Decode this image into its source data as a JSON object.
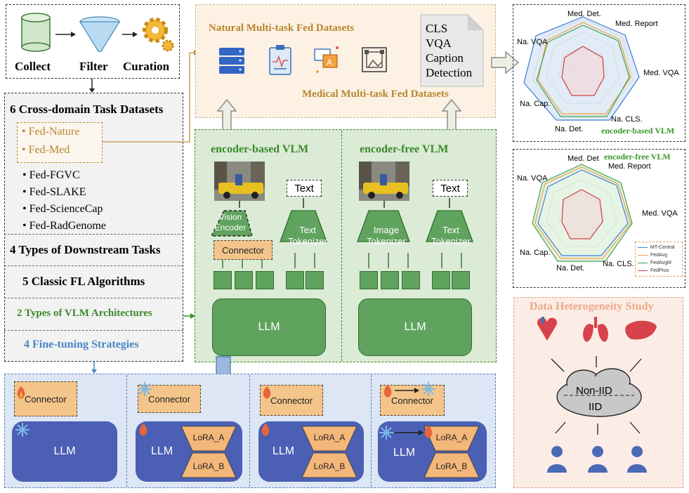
{
  "pipeline": {
    "collect": "Collect",
    "filter": "Filter",
    "curation": "Curation"
  },
  "left_panel": {
    "cross_domain_title": "6 Cross-domain Task Datasets",
    "highlight_items": [
      "Fed-Nature",
      "Fed-Med"
    ],
    "other_items": [
      "Fed-FGVC",
      "Fed-SLAKE",
      "Fed-ScienceCap",
      "Fed-RadGenome"
    ],
    "downstream": "4 Types of Downstream Tasks",
    "fl_algorithms": "5 Classic FL Algorithms",
    "vlm_arch": "2 Types of VLM Architectures",
    "finetune": "4 Fine-tuning Strategies"
  },
  "datasets_panel": {
    "natural_title": "Natural Multi-task Fed Datasets",
    "medical_title": "Medical Multi-task Fed Datasets",
    "tasks": [
      "CLS",
      "VQA",
      "Caption",
      "Detection"
    ]
  },
  "encoder_based": {
    "title": "encoder-based VLM",
    "vision_encoder": "Vision Encoder",
    "connector": "Connector",
    "text": "Text",
    "text_tokenizer": "Text Tokenizer",
    "llm": "LLM"
  },
  "encoder_free": {
    "title": "encoder-free VLM",
    "image_tokenizer": "Image Tokenizer",
    "text": "Text",
    "text_tokenizer": "Text Tokenizer",
    "llm": "LLM"
  },
  "radar_top": {
    "axes": [
      "Med. Det.",
      "Med. Report",
      "Med. VQA",
      "Na. CLS.",
      "Na. Det.",
      "Na. Cap.",
      "Na. VQA"
    ],
    "label": "encoder-based VLM"
  },
  "radar_bottom": {
    "axes": [
      "Med. Det",
      "Med. Report",
      "Med. VQA",
      "Na. CLS.",
      "Na. Det.",
      "Na. Cap.",
      "Na. VQA"
    ],
    "label": "encoder-free VLM",
    "legend": [
      {
        "name": "MT-Central",
        "color": "#3b7dd8"
      },
      {
        "name": "FedAvg",
        "color": "#f0a040"
      },
      {
        "name": "FedAvgM",
        "color": "#3fa34d"
      },
      {
        "name": "FedProx",
        "color": "#d04040"
      }
    ]
  },
  "hetero": {
    "title": "Data Heterogeneity Study",
    "non_iid": "Non-IID",
    "iid": "IID"
  },
  "strategies": {
    "connector": "Connector",
    "llm": "LLM",
    "lora_a": "LoRA_A",
    "lora_b": "LoRA_B"
  },
  "colors": {
    "gold": "#b8862d",
    "green": "#3a8a2a",
    "blue_text": "#4a86c8",
    "radar_label_green": "#3a9a2a"
  }
}
